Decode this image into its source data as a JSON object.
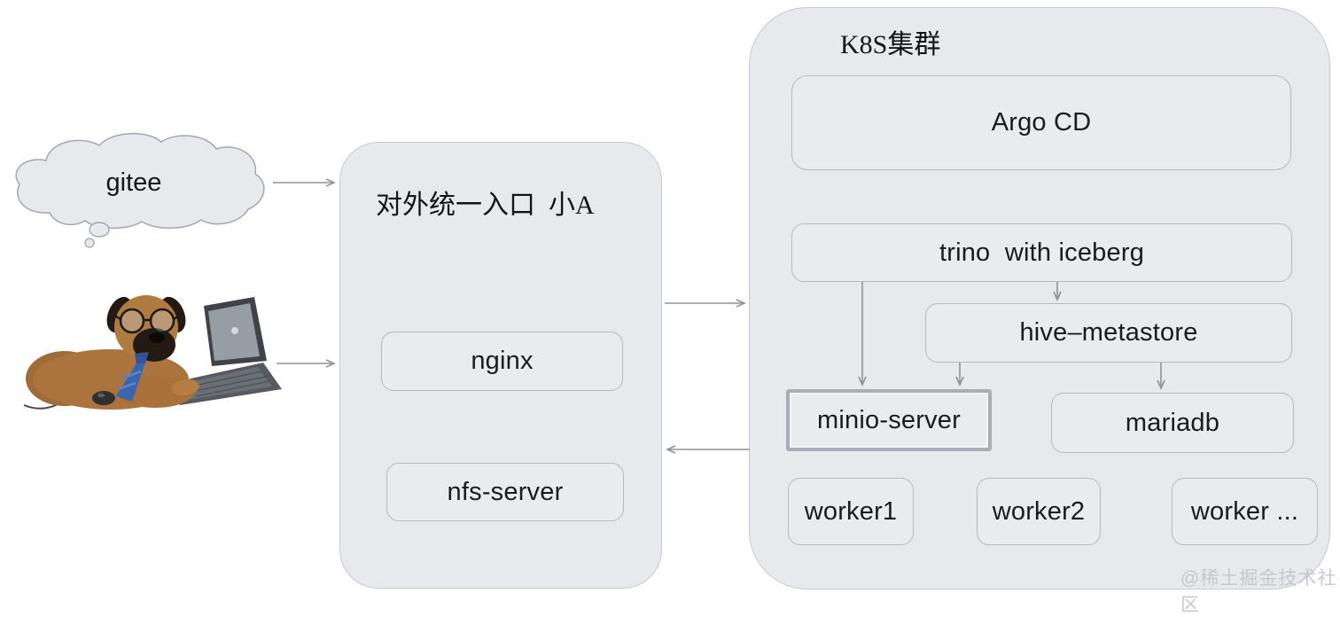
{
  "colors": {
    "container_fill": "#e7e9ec",
    "container_border": "#c6c9cf",
    "box_border": "#b5b9c0",
    "minio_border": "#a9aeb6",
    "arrow": "#8e939a",
    "text": "#1b1b1d",
    "watermark": "#c5c8cd"
  },
  "cloud": {
    "label": "gitee"
  },
  "gateway": {
    "title": "对外统一入口  小A",
    "boxes": [
      {
        "label": "nginx"
      },
      {
        "label": "nfs-server"
      }
    ]
  },
  "cluster": {
    "title": "K8S集群",
    "argo": "Argo CD",
    "trino": "trino  with iceberg",
    "hive": "hive–metastore",
    "minio": "minio-server",
    "mariadb": "mariadb",
    "workers": [
      {
        "label": "worker1"
      },
      {
        "label": "worker2"
      },
      {
        "label": "worker ..."
      }
    ]
  },
  "watermark": {
    "label": "@稀土掘金技术社区"
  }
}
